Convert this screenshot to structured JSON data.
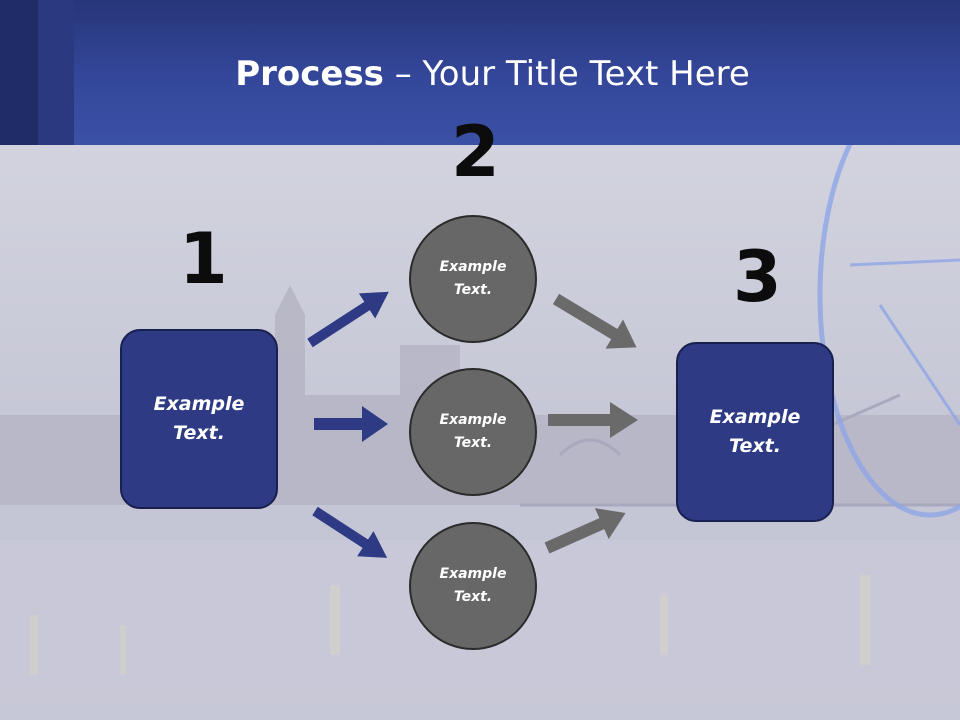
{
  "title": {
    "bold": "Process",
    "rest": " – Your Title Text Here"
  },
  "steps": [
    {
      "number": "1",
      "label": "Example\nText."
    },
    {
      "number": "2"
    },
    {
      "number": "3",
      "label": "Example\nText."
    }
  ],
  "circles": [
    {
      "label": "Example\nText."
    },
    {
      "label": "Example\nText."
    },
    {
      "label": "Example\nText."
    }
  ],
  "colors": {
    "header": "#34479a",
    "box": "#2e3b84",
    "circle": "#676767",
    "arrow_left": "#2e3b84",
    "arrow_right": "#6a6a6a"
  }
}
